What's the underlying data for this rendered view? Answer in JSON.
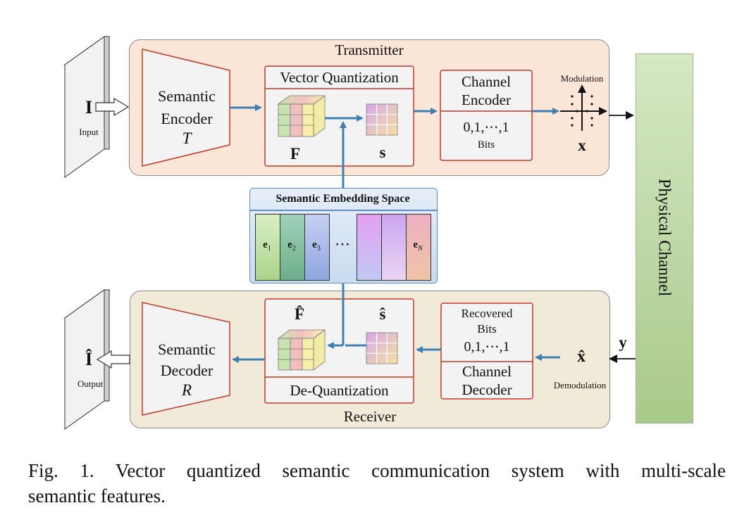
{
  "transmitter": {
    "title": "Transmitter",
    "encoder_line1": "Semantic",
    "encoder_line2": "Encoder",
    "encoder_symbol": "T",
    "vq_title": "Vector Quantization",
    "feature_symbol": "F",
    "index_symbol": "s",
    "channel_encoder_line1": "Channel",
    "channel_encoder_line2": "Encoder",
    "bits_value": "0,1,⋯,1",
    "bits_label": "Bits",
    "modulation_label": "Modulation",
    "tx_symbol": "x"
  },
  "input": {
    "symbol": "I",
    "label": "Input"
  },
  "output": {
    "symbol": "Î",
    "label": "Output"
  },
  "embedding": {
    "title": "Semantic Embedding Space",
    "entries": [
      "e",
      "e",
      "e",
      "e"
    ],
    "subscripts": [
      "1",
      "2",
      "3",
      "N"
    ],
    "ellipsis": "⋯",
    "colors": [
      "#c3e0a8",
      "#8fc6a6",
      "#a6b6e8",
      "#c8b7f4",
      "#c9b1e8",
      "#f0a8a8"
    ]
  },
  "receiver": {
    "title": "Receiver",
    "decoder_line1": "Semantic",
    "decoder_line2": "Decoder",
    "decoder_symbol": "R",
    "dq_title": "De-Quantization",
    "feature_hat_symbol": "F̂",
    "index_hat_symbol": "ŝ",
    "recovered_line1": "Recovered",
    "recovered_line2": "Bits",
    "recovered_bits": "0,1,⋯,1",
    "channel_decoder_line1": "Channel",
    "channel_decoder_line2": "Decoder",
    "demod_label": "Demodulation",
    "rx_hat_symbol": "x̂",
    "rx_symbol": "y"
  },
  "physical_channel": {
    "label": "Physical Channel"
  },
  "caption": {
    "line1": "Fig. 1.   Vector quantized semantic communication system with multi-scale",
    "line2": "semantic features."
  },
  "colors": {
    "arrow": "#3f7fb2",
    "box_border": "#c0392b"
  }
}
